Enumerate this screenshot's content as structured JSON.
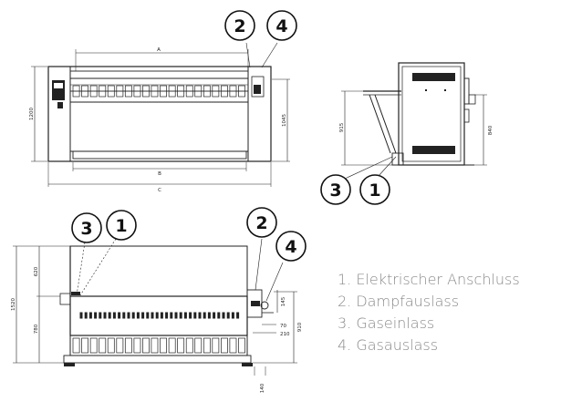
{
  "dimensions": {
    "a": "A",
    "b": "B",
    "c": "C",
    "h1200": "1200",
    "h1045": "1045",
    "h915": "915",
    "h840": "840",
    "h620": "620",
    "h1520": "1520",
    "h780": "780",
    "h910": "910",
    "h145": "145",
    "d70": "70",
    "d210": "210",
    "d140": "140"
  },
  "callouts": {
    "front_2": "2",
    "front_4": "4",
    "side_3": "3",
    "side_1": "1",
    "top_3": "3",
    "top_1": "1",
    "top_2": "2",
    "top_4": "4"
  },
  "legend": {
    "items": [
      "1. Elektrischer Anschluss",
      "2. Dampfauslass",
      "3. Gaseinlass",
      "4. Gasauslass"
    ]
  }
}
